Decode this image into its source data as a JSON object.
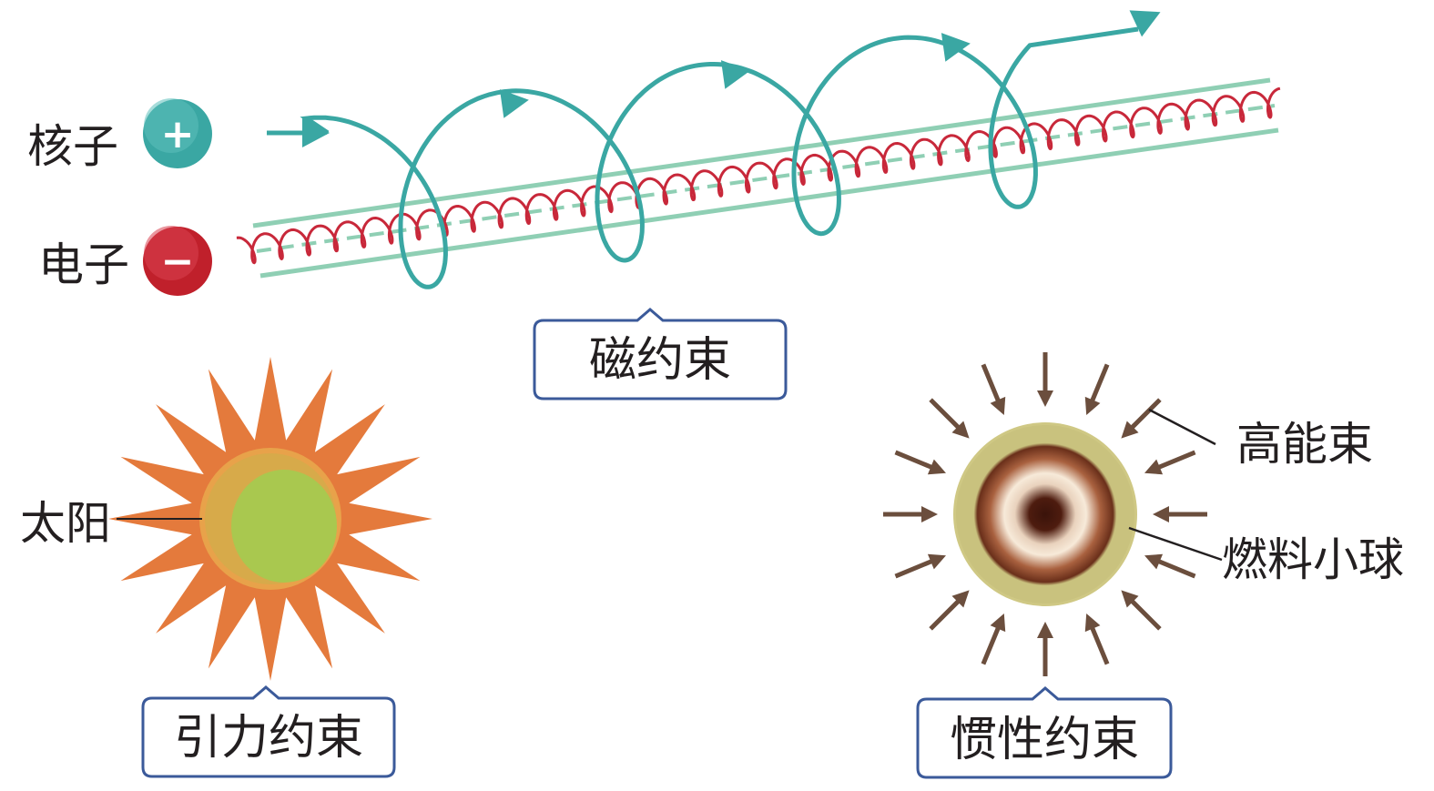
{
  "labels": {
    "nucleon": "核子",
    "electron": "电子",
    "magnetic_confinement": "磁约束",
    "sun": "太阳",
    "gravitational_confinement": "引力约束",
    "high_energy_beam": "高能束",
    "fuel_pellet": "燃料小球",
    "inertial_confinement": "惯性约束"
  },
  "symbols": {
    "plus": "+",
    "minus": "−"
  },
  "colors": {
    "nucleon": "#3aa7a3",
    "electron": "#c0202b",
    "helix": "#c8283a",
    "field_lines": "#8fcfb4",
    "sun_rays": "#e47a3c",
    "sun_core": "#a9c84f",
    "box_border": "#3b5a9a",
    "beam_arrows": "#6b4e3d",
    "pellet_outer": "#c9c27e",
    "pellet_ring": "#7a3a22",
    "pellet_core": "#3a130a"
  }
}
